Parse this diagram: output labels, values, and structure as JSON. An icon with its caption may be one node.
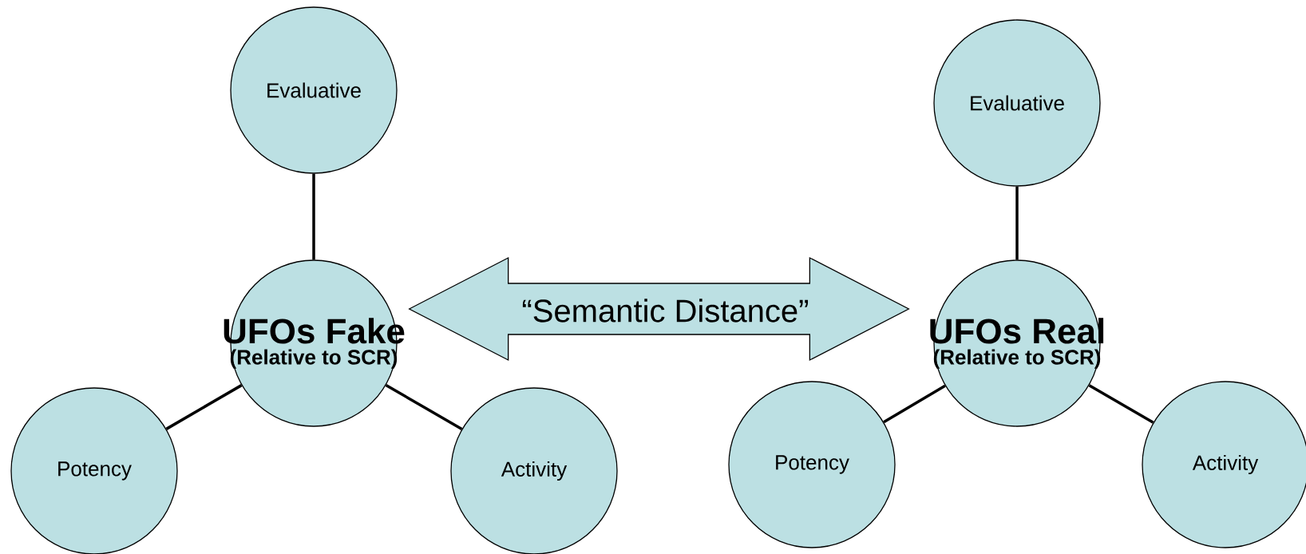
{
  "diagram": {
    "nodes": [
      {
        "text": [
          "Evaluative"
        ]
      },
      {
        "text": [
          "UFOs Fake",
          "(Relative to SCR)"
        ]
      },
      {
        "text": [
          "Potency"
        ]
      },
      {
        "text": [
          "Activity"
        ]
      },
      {
        "text": [
          "Evaluative"
        ]
      },
      {
        "text": [
          "UFOs Real",
          "(Relative to SCR)"
        ]
      },
      {
        "text": [
          "Potency"
        ]
      },
      {
        "text": [
          "Activity"
        ]
      }
    ],
    "edges": [
      {
        "from": 0,
        "to": 1,
        "arrow": "none"
      },
      {
        "from": 1,
        "to": 2,
        "arrow": "none"
      },
      {
        "from": 1,
        "to": 3,
        "arrow": "none"
      },
      {
        "from": 1,
        "to": 5,
        "arrow": "both",
        "label": "“Semantic Distance”",
        "style": "thick"
      },
      {
        "from": 4,
        "to": 5,
        "arrow": "none"
      },
      {
        "from": 5,
        "to": 6,
        "arrow": "none"
      },
      {
        "from": 5,
        "to": 7,
        "arrow": "none"
      }
    ]
  }
}
